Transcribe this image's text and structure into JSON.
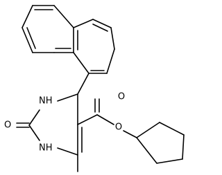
{
  "molecule": {
    "atoms": {
      "nh_top": "NH",
      "nh_bottom": "NH",
      "oxygen_carbonyl_ring": "O",
      "oxygen_carbonyl_ester": "O",
      "oxygen_ester": "O"
    }
  }
}
